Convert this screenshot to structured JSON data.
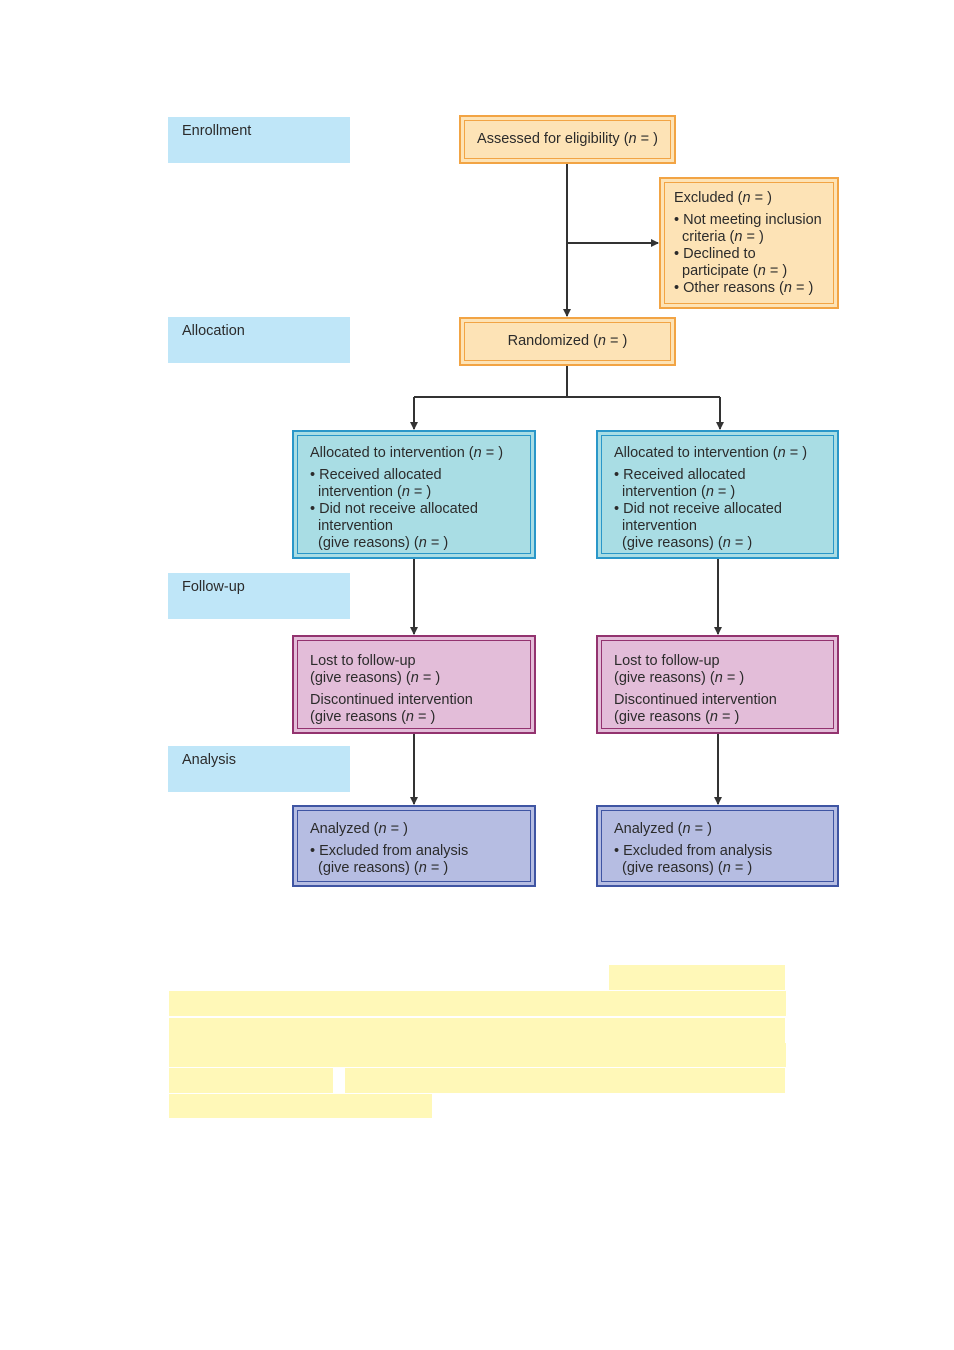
{
  "stages": {
    "enrollment": "Enrollment",
    "allocation": "Allocation",
    "followup": "Follow-up",
    "analysis": "Analysis"
  },
  "assessed": {
    "label": "Assessed for eligibility (",
    "n": "n",
    "tail": " = )"
  },
  "excluded": {
    "title_pre": "Excluded (",
    "n": "n",
    "title_tail": " = )",
    "b1_line1": "• Not meeting inclusion",
    "b1_line2_pre": "criteria (",
    "b1_line2_tail": " = )",
    "b2_line1": "• Declined to",
    "b2_line2_pre": "participate (",
    "b2_line2_tail": " = )",
    "b3_pre": "• Other reasons (",
    "b3_tail": " = )"
  },
  "randomized": {
    "label": "Randomized (",
    "n": "n",
    "tail": " = )"
  },
  "arms": [
    {
      "allocated": {
        "title_pre": "Allocated to intervention (",
        "n": "n",
        "title_tail": " = )",
        "b1_line1": "• Received allocated",
        "b1_line2_pre": "intervention (",
        "b1_line2_tail": " = )",
        "b2_line1": "• Did not receive allocated",
        "b2_line2": "intervention",
        "b2_line3_pre": "(give reasons) (",
        "b2_line3_tail": " = )"
      },
      "followup": {
        "l1": "Lost to follow-up",
        "l2_pre": "(give reasons) (",
        "l2_tail": " = )",
        "l3": "Discontinued intervention",
        "l4_pre": "(give reasons (",
        "l4_tail": " = )"
      },
      "analysis": {
        "title_pre": "Analyzed (",
        "title_tail": " = )",
        "b1": "• Excluded from analysis",
        "b1_line2_pre": "(give reasons) (",
        "b1_line2_tail": " = )"
      }
    },
    {
      "allocated": {
        "title_pre": "Allocated to intervention (",
        "n": "n",
        "title_tail": " = )",
        "b1_line1": "• Received allocated",
        "b1_line2_pre": "intervention (",
        "b1_line2_tail": " = )",
        "b2_line1": "• Did not receive allocated",
        "b2_line2": "intervention",
        "b2_line3_pre": "(give reasons) (",
        "b2_line3_tail": " = )"
      },
      "followup": {
        "l1": "Lost to follow-up",
        "l2_pre": "(give reasons) (",
        "l2_tail": " = )",
        "l3": "Discontinued intervention",
        "l4_pre": "(give reasons (",
        "l4_tail": " = )"
      },
      "analysis": {
        "title_pre": "Analyzed (",
        "title_tail": " = )",
        "b1": "• Excluded from analysis",
        "b1_line2_pre": "(give reasons) (",
        "b1_line2_tail": " = )"
      }
    }
  ],
  "colors": {
    "stage_bg": "#bfe6f8",
    "orange_fill": "#fde3b6",
    "orange_border": "#f2a444",
    "teal_fill": "#a9dde4",
    "teal_border": "#2a97c9",
    "pink_fill": "#e3bdd9",
    "pink_border": "#93336f",
    "blue_fill": "#b6bde2",
    "blue_border": "#3f55a3",
    "highlight": "#fff8b8"
  }
}
